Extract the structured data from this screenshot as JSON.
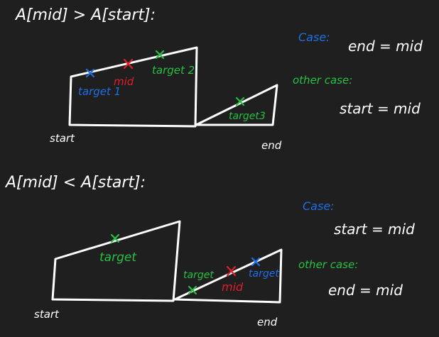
{
  "colors": {
    "background": "#1f1f1f",
    "ink": "#ffffff",
    "blue": "#1e6fe6",
    "green": "#28c040",
    "red": "#e01e2a"
  },
  "top": {
    "heading": "A[mid] > A[start]:",
    "start_label": "start",
    "end_label": "end",
    "target1": "target 1",
    "target2": "target 2",
    "target3": "target3",
    "mid": "mid",
    "case_label": "Case:",
    "case_text": "end = mid",
    "other_label": "other case:",
    "other_text": "start = mid"
  },
  "bottom": {
    "heading": "A[mid] < A[start]:",
    "start_label": "start",
    "end_label": "end",
    "target_left": "target",
    "target_right_1": "target",
    "target_right_2": "target",
    "mid": "mid",
    "case_label": "Case:",
    "case_text": "start = mid",
    "other_label": "other case:",
    "other_text": "end = mid"
  }
}
